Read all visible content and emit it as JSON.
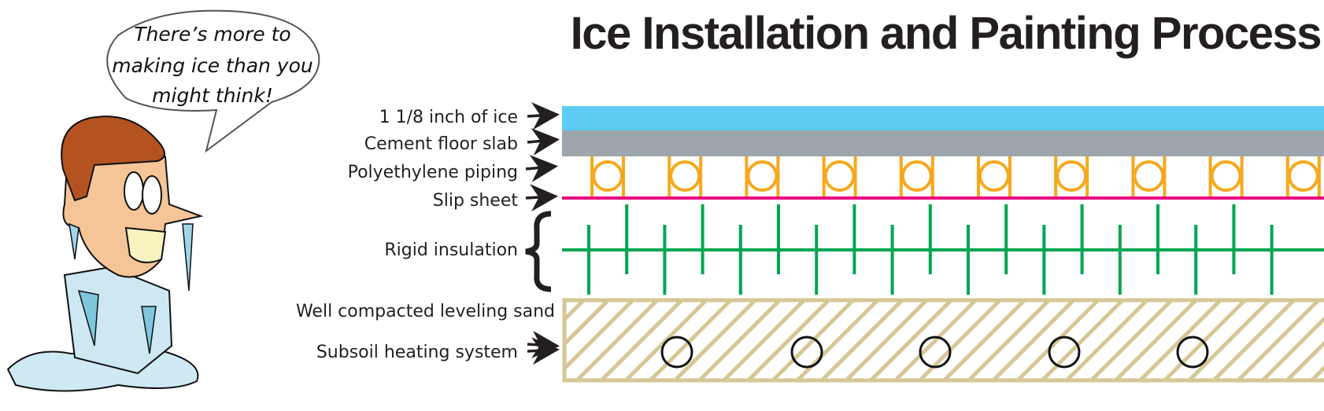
{
  "title": "Ice Installation and Painting Process",
  "speech_bubble": [
    "There’s more to",
    "making ice than you",
    "might think!"
  ],
  "layers": {
    "ice": "1 1/8 inch of ice",
    "cement": "Cement floor slab",
    "piping": "Polyethylene piping",
    "slip": "Slip sheet",
    "insulation": "Rigid insulation",
    "sand": "Well compacted leveling sand",
    "subsoil": "Subsoil heating system"
  },
  "colors": {
    "ice": "#5ecbf2",
    "cement": "#9ca6ab",
    "piping": "#f6a81c",
    "slip": "#e6007e",
    "insulation": "#00a651",
    "sand": "#d6c795",
    "text": "#231f20"
  }
}
